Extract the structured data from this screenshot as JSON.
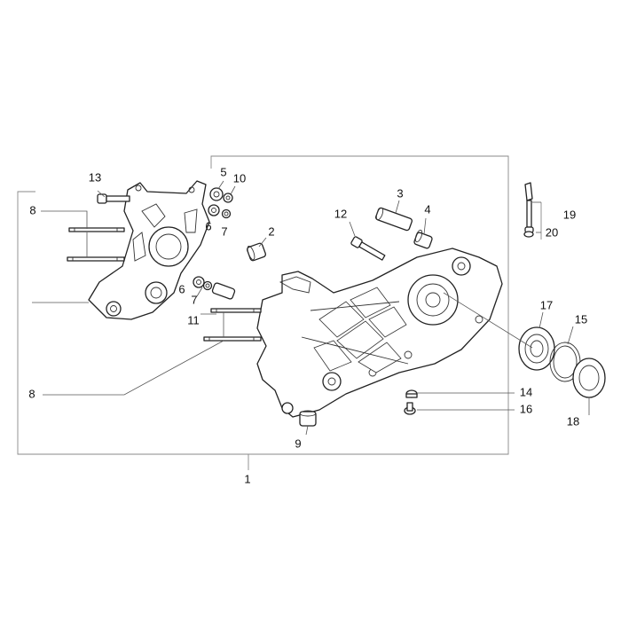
{
  "labels": {
    "p1": "1",
    "p2": "2",
    "p3": "3",
    "p4": "4",
    "p5": "5",
    "p6a": "6",
    "p6b": "6",
    "p7a": "7",
    "p7b": "7",
    "p8a": "8",
    "p8b": "8",
    "p9": "9",
    "p10": "10",
    "p11": "11",
    "p12": "12",
    "p13": "13",
    "p14": "14",
    "p15": "15",
    "p16": "16",
    "p17": "17",
    "p18": "18",
    "p19": "19",
    "p20": "20"
  }
}
